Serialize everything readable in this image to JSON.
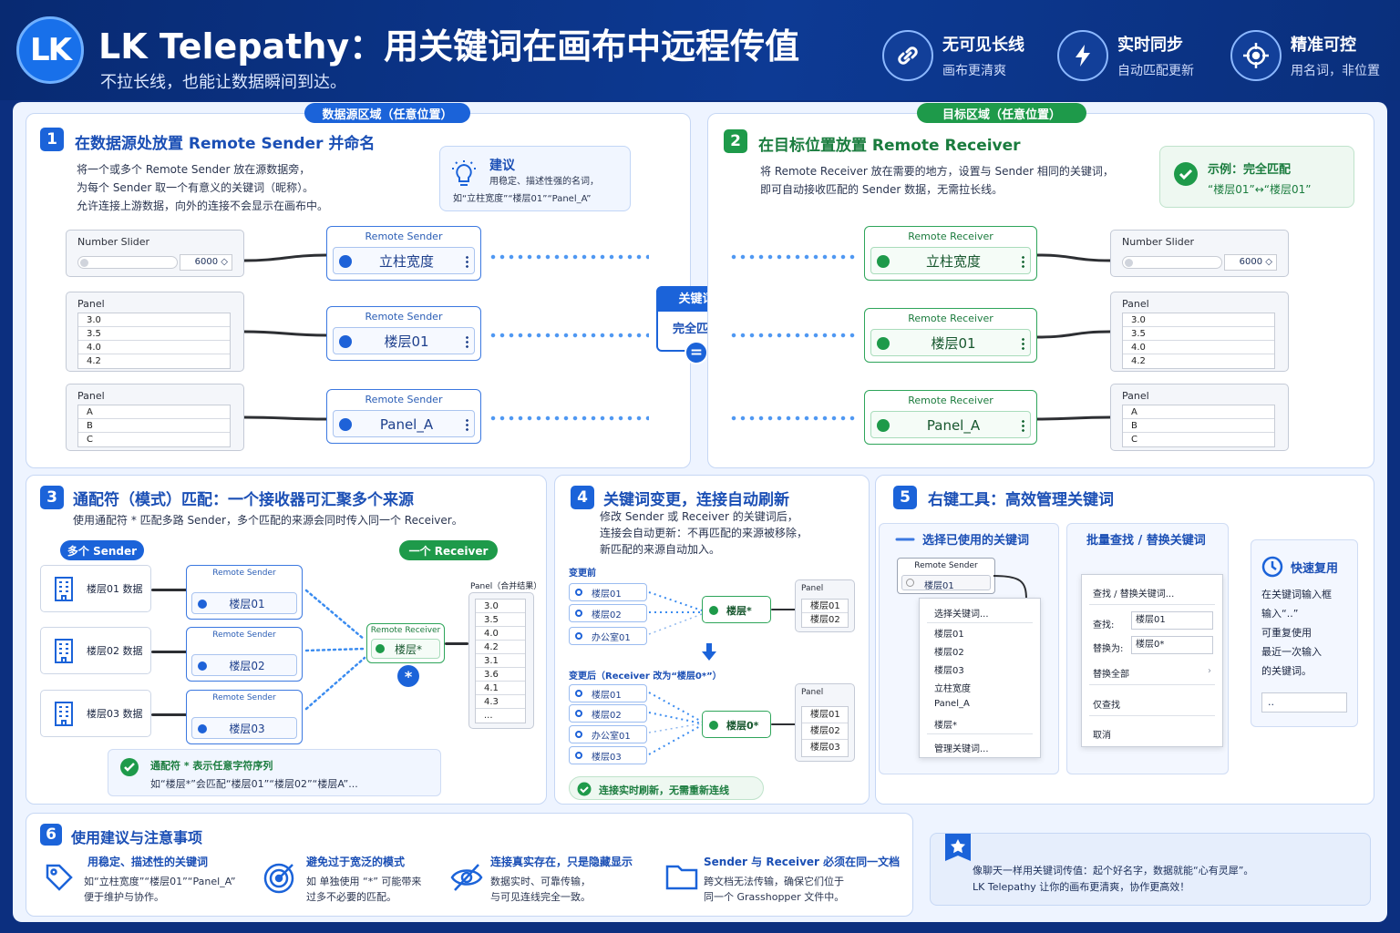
{
  "header": {
    "logo_text": "LK",
    "title": "LK Telepathy：用关键词在画布中远程传值",
    "subtitle": "不拉长线，也能让数据瞬间到达。",
    "features": [
      {
        "icon": "link-icon",
        "title": "无可见长线",
        "sub": "画布更清爽"
      },
      {
        "icon": "lightning-icon",
        "title": "实时同步",
        "sub": "自动匹配更新"
      },
      {
        "icon": "crosshair-icon",
        "title": "精准可控",
        "sub": "用名词，非位置"
      }
    ]
  },
  "region_labels": {
    "source": "数据源区域（任意位置）",
    "target": "目标区域（任意位置）"
  },
  "step1": {
    "num": "1",
    "title": "在数据源处放置 Remote Sender 并命名",
    "desc": [
      "将一个或多个 Remote Sender 放在源数据旁，",
      "为每个 Sender 取一个有意义的关键词（昵称）。",
      "允许连接上游数据，向外的连接不会显示在画布中。"
    ],
    "tip_title": "建议",
    "tip_lines": [
      "用稳定、描述性强的名词，",
      "如“立柱宽度”“楼层01”“Panel_A”"
    ]
  },
  "step2": {
    "num": "2",
    "title": "在目标位置放置 Remote Receiver",
    "desc": [
      "将 Remote Receiver 放在需要的地方，设置与 Sender 相同的关键词，",
      "即可自动接收匹配的 Sender 数据，无需拉长线。"
    ],
    "example_title": "示例：完全匹配",
    "example_body": "“楼层01”↔“楼层01”"
  },
  "components": {
    "slider_label": "Number Slider",
    "slider_value": "6000 ◇",
    "panel_label": "Panel",
    "panel1_rows": [
      "3.0",
      "3.5",
      "4.0",
      "4.2"
    ],
    "panel2_rows": [
      "A",
      "B",
      "C"
    ],
    "sender_header": "Remote Sender",
    "receiver_header": "Remote Receiver",
    "keywords": [
      "立柱宽度",
      "楼层01",
      "Panel_A"
    ]
  },
  "keyword_box": {
    "title": "关键词",
    "body": "完全匹配",
    "symbol": "="
  },
  "step3": {
    "num": "3",
    "title": "通配符（模式）匹配：一个接收器可汇聚多个来源",
    "desc": "使用通配符 * 匹配多路 Sender，多个匹配的来源会同时传入同一个 Receiver。",
    "pill_senders": "多个 Sender",
    "pill_receiver": "一个 Receiver",
    "sources": [
      "楼层01 数据",
      "楼层02 数据",
      "楼层03 数据"
    ],
    "sender_names": [
      "楼层01",
      "楼层02",
      "楼层03"
    ],
    "receiver_name": "楼层*",
    "star_symbol": "*",
    "panel_title": "Panel（合并结果）",
    "panel_rows": [
      "3.0",
      "3.5",
      "4.0",
      "4.2",
      "3.1",
      "3.6",
      "4.1",
      "4.3",
      "..."
    ],
    "note_title": "通配符 * 表示任意字符序列",
    "note_body": "如“楼层*”会匹配“楼层01”“楼层02”“楼层A”..."
  },
  "step4": {
    "num": "4",
    "title": "关键词变更，连接自动刷新",
    "desc": [
      "修改 Sender 或 Receiver 的关键词后，",
      "连接会自动更新：不再匹配的来源被移除，",
      "新匹配的来源自动加入。"
    ],
    "before_label": "变更前",
    "before_tags": [
      "楼层01",
      "楼层02",
      "办公室01"
    ],
    "before_receiver": "楼层*",
    "before_panel": [
      "楼层01",
      "楼层02"
    ],
    "after_label": "变更后（Receiver 改为“楼层0*”）",
    "after_tags": [
      "楼层01",
      "楼层02",
      "办公室01",
      "楼层03"
    ],
    "after_receiver": "楼层0*",
    "after_panel": [
      "楼层01",
      "楼层02",
      "楼层03"
    ],
    "panel_label": "Panel",
    "note": "连接实时刷新，无需重新连线"
  },
  "step5": {
    "num": "5",
    "title": "右键工具：高效管理关键词",
    "col1_title": "选择已使用的关键词",
    "node_header": "Remote Sender",
    "node_value": "楼层01",
    "menu_items": [
      "选择关键词...",
      "楼层01",
      "楼层02",
      "楼层03",
      "立柱宽度",
      "Panel_A",
      "楼层*",
      "管理关键词..."
    ],
    "col2_title": "批量查找 / 替换关键词",
    "find_title": "查找 / 替换关键词...",
    "find_label": "查找:",
    "find_value": "楼层01",
    "replace_label": "替换为:",
    "replace_value": "楼层0*",
    "replace_all": "替换全部",
    "find_only": "仅查找",
    "cancel": "取消",
    "col3_title": "快速复用",
    "col3_lines": [
      "在关键词输入框",
      "输入“..”",
      "可重复使用",
      "最近一次输入",
      "的关键词。"
    ],
    "col3_input": ".."
  },
  "step6": {
    "num": "6",
    "title": "使用建议与注意事项",
    "items": [
      {
        "icon": "tag-icon",
        "title": "用稳定、描述性的关键词",
        "lines": [
          "如“立柱宽度”“楼层01”“Panel_A”",
          "便于维护与协作。"
        ]
      },
      {
        "icon": "target-icon",
        "title": "避免过于宽泛的模式",
        "lines": [
          "如 单独使用 “*” 可能带来",
          "过多不必要的匹配。"
        ]
      },
      {
        "icon": "hidden-eye-icon",
        "title": "连接真实存在，只是隐藏显示",
        "lines": [
          "数据实时、可靠传输，",
          "与可见连线完全一致。"
        ]
      },
      {
        "icon": "folder-icon",
        "title": "Sender 与 Receiver 必须在同一文档",
        "lines": [
          "跨文档无法传输，确保它们位于",
          "同一个 Grasshopper 文件中。"
        ]
      }
    ],
    "closing_lines": [
      "像聊天一样用关键词传值：起个好名字，数据就能“心有灵犀”。",
      "LK Telepathy 让你的画布更清爽，协作更高效！"
    ]
  },
  "colors": {
    "brand_blue": "#1b63d9",
    "brand_green": "#1e9a4a",
    "header_bg": "#0c2f7f"
  }
}
